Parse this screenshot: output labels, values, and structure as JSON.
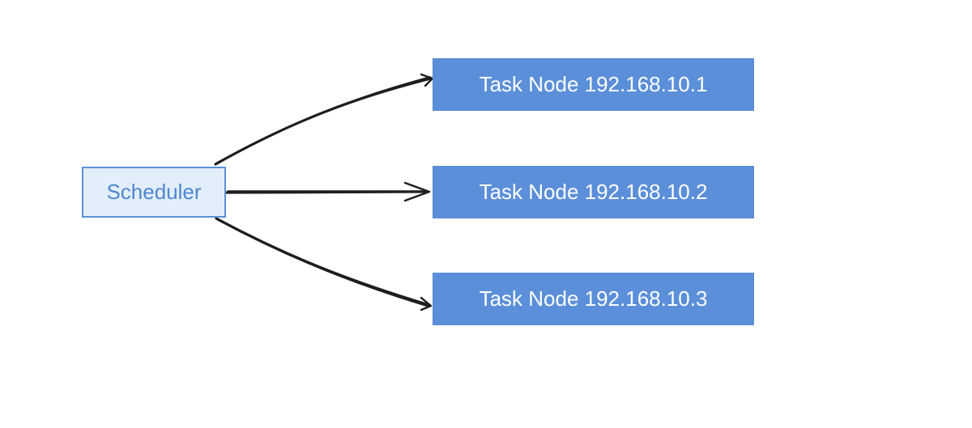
{
  "diagram": {
    "scheduler": {
      "label": "Scheduler"
    },
    "nodes": [
      {
        "label": "Task Node 192.168.10.1"
      },
      {
        "label": "Task Node 192.168.10.2"
      },
      {
        "label": "Task Node 192.168.10.3"
      }
    ],
    "colors": {
      "scheduler_fill": "#e3eefb",
      "scheduler_border": "#5b8fd6",
      "scheduler_text": "#4f86cf",
      "node_fill": "#5b8fd9",
      "node_text": "#ffffff",
      "arrow": "#1e1e1e"
    }
  }
}
